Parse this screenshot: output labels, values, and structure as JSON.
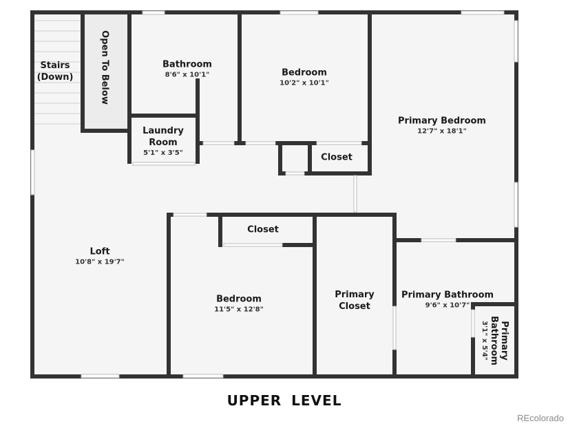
{
  "title": "UPPER LEVEL",
  "brand": "REcolorado",
  "colors": {
    "wall": "#333333",
    "floor": "#f5f5f5",
    "open": "#ececec"
  },
  "rooms": {
    "stairs": {
      "name": "Stairs (Down)"
    },
    "open": {
      "name": "Open To Below"
    },
    "bathroom": {
      "name": "Bathroom",
      "dims": "8'6\" x 10'1\""
    },
    "bedroom1": {
      "name": "Bedroom",
      "dims": "10'2\" x 10'1\""
    },
    "primary_bedroom": {
      "name": "Primary Bedroom",
      "dims": "12'7\" x 18'1\""
    },
    "laundry": {
      "name": "Laundry Room",
      "dims": "5'1\" x 3'5\""
    },
    "closet1": {
      "name": "Closet"
    },
    "loft": {
      "name": "Loft",
      "dims": "10'8\" x 19'7\""
    },
    "closet2": {
      "name": "Closet"
    },
    "bedroom2": {
      "name": "Bedroom",
      "dims": "11'5\" x 12'8\""
    },
    "primary_closet": {
      "name": "Primary Closet"
    },
    "primary_bathroom": {
      "name": "Primary Bathroom",
      "dims": "9'6\" x 10'7\""
    },
    "primary_bathroom2": {
      "name": "Primary Bathroom",
      "dims": "3'1\" x 5'4\""
    }
  }
}
